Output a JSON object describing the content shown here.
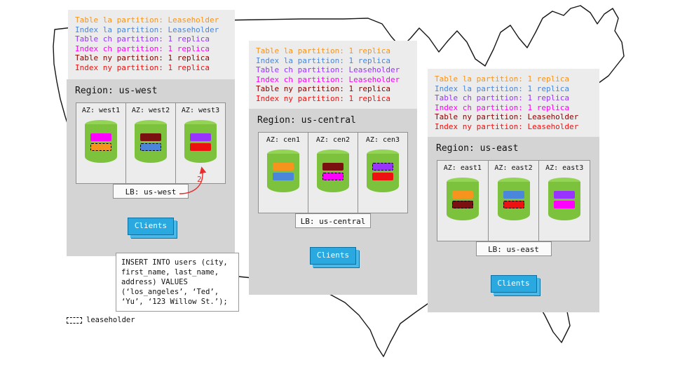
{
  "annotation_number": "2",
  "leaseholder_legend_label": "leaseholder",
  "sql_note": "INSERT INTO users (city,\nfirst_name, last_name,\naddress) VALUES\n(‘los_angeles’, ‘Ted’,\n‘Yu’, ‘123 Willow St.’);",
  "regions": [
    {
      "title": "Region: us-west",
      "lb_label": "LB: us-west",
      "clients_label": "Clients",
      "legend": [
        {
          "text": "Table la partition: Leaseholder",
          "color": "#f7941d"
        },
        {
          "text": "Index la partition: Leaseholder",
          "color": "#4a86d9"
        },
        {
          "text": "Table ch partition: 1 replica",
          "color": "#9933ff"
        },
        {
          "text": "Index ch partition: 1 replica",
          "color": "#ff00ff"
        },
        {
          "text": "Table ny partition: 1 replica",
          "color": "#8b0000"
        },
        {
          "text": "Index ny partition: 1 replica",
          "color": "#ee1111"
        }
      ],
      "azs": [
        {
          "label": "AZ: west1",
          "bars": [
            {
              "color": "#ff00ff",
              "leaseholder": false
            },
            {
              "color": "#f7941d",
              "leaseholder": true
            }
          ]
        },
        {
          "label": "AZ: west2",
          "bars": [
            {
              "color": "#7b1010",
              "leaseholder": false
            },
            {
              "color": "#4a86d9",
              "leaseholder": true
            }
          ]
        },
        {
          "label": "AZ: west3",
          "bars": [
            {
              "color": "#9933ff",
              "leaseholder": false
            },
            {
              "color": "#ee1111",
              "leaseholder": false
            }
          ]
        }
      ]
    },
    {
      "title": "Region: us-central",
      "lb_label": "LB: us-central",
      "clients_label": "Clients",
      "legend": [
        {
          "text": "Table la partition: 1 replica",
          "color": "#f7941d"
        },
        {
          "text": "Index la partition: 1 replica",
          "color": "#4a86d9"
        },
        {
          "text": "Table ch partition: Leaseholder",
          "color": "#9933ff"
        },
        {
          "text": "Index ch partition: Leaseholder",
          "color": "#ff00ff"
        },
        {
          "text": "Table ny partition: 1 replica",
          "color": "#8b0000"
        },
        {
          "text": "Index ny partition: 1 replica",
          "color": "#ee1111"
        }
      ],
      "azs": [
        {
          "label": "AZ: cen1",
          "bars": [
            {
              "color": "#f7941d",
              "leaseholder": false
            },
            {
              "color": "#4a86d9",
              "leaseholder": false
            }
          ]
        },
        {
          "label": "AZ: cen2",
          "bars": [
            {
              "color": "#7b1010",
              "leaseholder": false
            },
            {
              "color": "#ff00ff",
              "leaseholder": true
            }
          ]
        },
        {
          "label": "AZ: cen3",
          "bars": [
            {
              "color": "#9933ff",
              "leaseholder": true
            },
            {
              "color": "#ee1111",
              "leaseholder": false
            }
          ]
        }
      ]
    },
    {
      "title": "Region: us-east",
      "lb_label": "LB: us-east",
      "clients_label": "Clients",
      "legend": [
        {
          "text": "Table la partition: 1 replica",
          "color": "#f7941d"
        },
        {
          "text": "Index la partition: 1 replica",
          "color": "#4a86d9"
        },
        {
          "text": "Table ch partition: 1 replica",
          "color": "#9933ff"
        },
        {
          "text": "Index ch partition: 1 replica",
          "color": "#ff00ff"
        },
        {
          "text": "Table ny partition: Leaseholder",
          "color": "#8b0000"
        },
        {
          "text": "Index ny partition: Leaseholder",
          "color": "#ee1111"
        }
      ],
      "azs": [
        {
          "label": "AZ: east1",
          "bars": [
            {
              "color": "#f7941d",
              "leaseholder": false
            },
            {
              "color": "#7b1010",
              "leaseholder": true
            }
          ]
        },
        {
          "label": "AZ: east2",
          "bars": [
            {
              "color": "#4a86d9",
              "leaseholder": false
            },
            {
              "color": "#ee1111",
              "leaseholder": true
            }
          ]
        },
        {
          "label": "AZ: east3",
          "bars": [
            {
              "color": "#9933ff",
              "leaseholder": false
            },
            {
              "color": "#ff00ff",
              "leaseholder": false
            }
          ]
        }
      ]
    }
  ]
}
